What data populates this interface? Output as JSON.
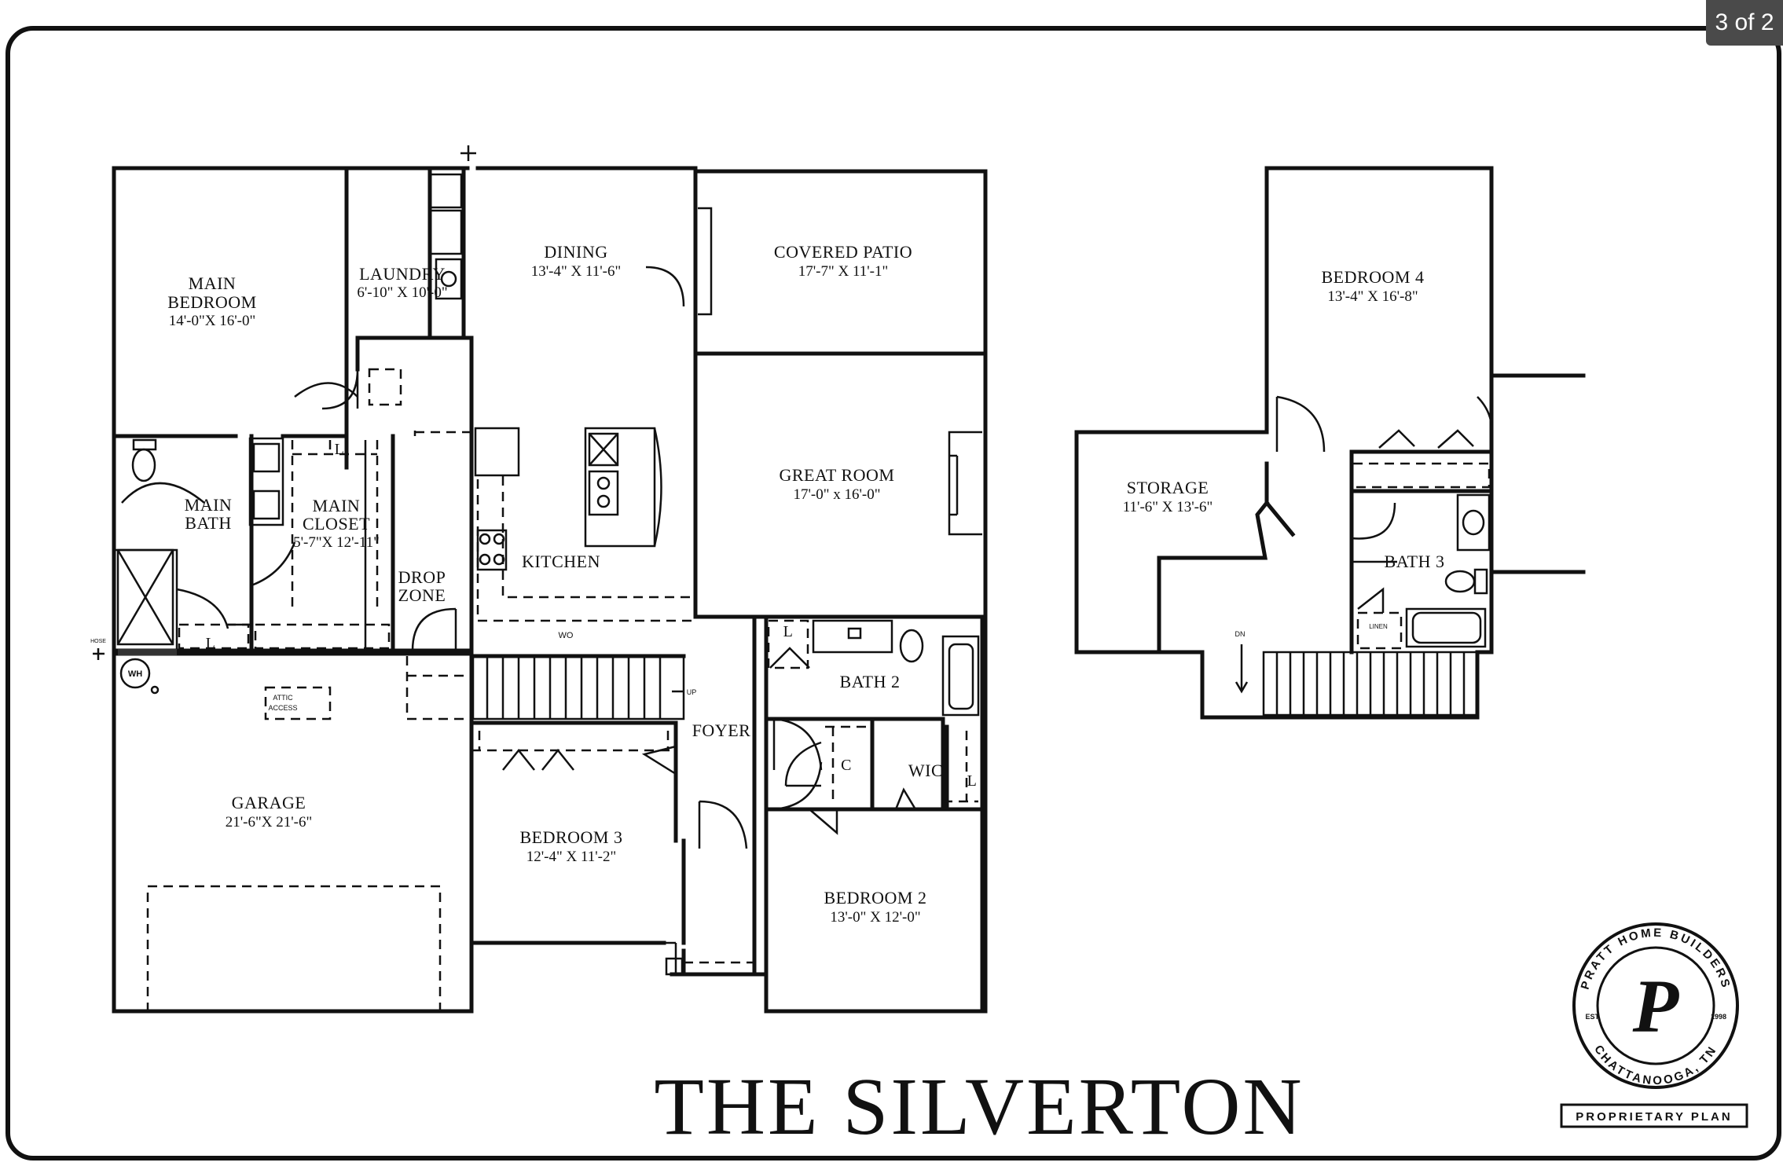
{
  "page_indicator": "3 of 2",
  "plan_title": "THE SILVERTON",
  "brand": {
    "arc_text": "PRATT HOME BUILDERS",
    "city": "CHATTANOOGA, TN",
    "est_label": "EST.",
    "est_year": "1998",
    "monogram": "P",
    "stamp": "PROPRIETARY PLAN"
  },
  "rooms": {
    "main_bedroom": {
      "l1": "MAIN",
      "l2": "BEDROOM",
      "dim": "14'-0\"X 16'-0\""
    },
    "laundry": {
      "name": "LAUNDRY",
      "dim": "6'-10\" X 10'-0\""
    },
    "dining": {
      "name": "DINING",
      "dim": "13'-4\" X 11'-6\""
    },
    "covered_patio": {
      "name": "COVERED PATIO",
      "dim": "17'-7\" X 11'-1\""
    },
    "great_room": {
      "name": "GREAT ROOM",
      "dim": "17'-0\" x 16'-0\""
    },
    "main_bath": {
      "l1": "MAIN",
      "l2": "BATH"
    },
    "main_closet": {
      "l1": "MAIN",
      "l2": "CLOSET",
      "dim": "5'-7\"X 12'-11\""
    },
    "kitchen": {
      "name": "KITCHEN"
    },
    "drop_zone": {
      "l1": "DROP",
      "l2": "ZONE"
    },
    "garage": {
      "name": "GARAGE",
      "dim": "21'-6\"X 21'-6\""
    },
    "foyer": {
      "name": "FOYER"
    },
    "bath2": {
      "name": "BATH 2"
    },
    "wic": {
      "name": "WIC"
    },
    "bedroom3": {
      "name": "BEDROOM 3",
      "dim": "12'-4\" X 11'-2\""
    },
    "bedroom2": {
      "name": "BEDROOM 2",
      "dim": "13'-0\" X 12'-0\""
    },
    "bedroom4": {
      "name": "BEDROOM 4",
      "dim": "13'-4\" X 16'-8\""
    },
    "storage": {
      "name": "STORAGE",
      "dim": "11'-6\" X 13'-6\""
    },
    "bath3": {
      "name": "BATH 3"
    }
  },
  "labels": {
    "linen_marker": "L",
    "closet_marker": "C",
    "wo": "WO",
    "wh": "WH",
    "attic_l1": "ATTIC",
    "attic_l2": "ACCESS",
    "up": "UP",
    "dn": "DN",
    "hose": "HOSE",
    "linen": "LINEN"
  }
}
